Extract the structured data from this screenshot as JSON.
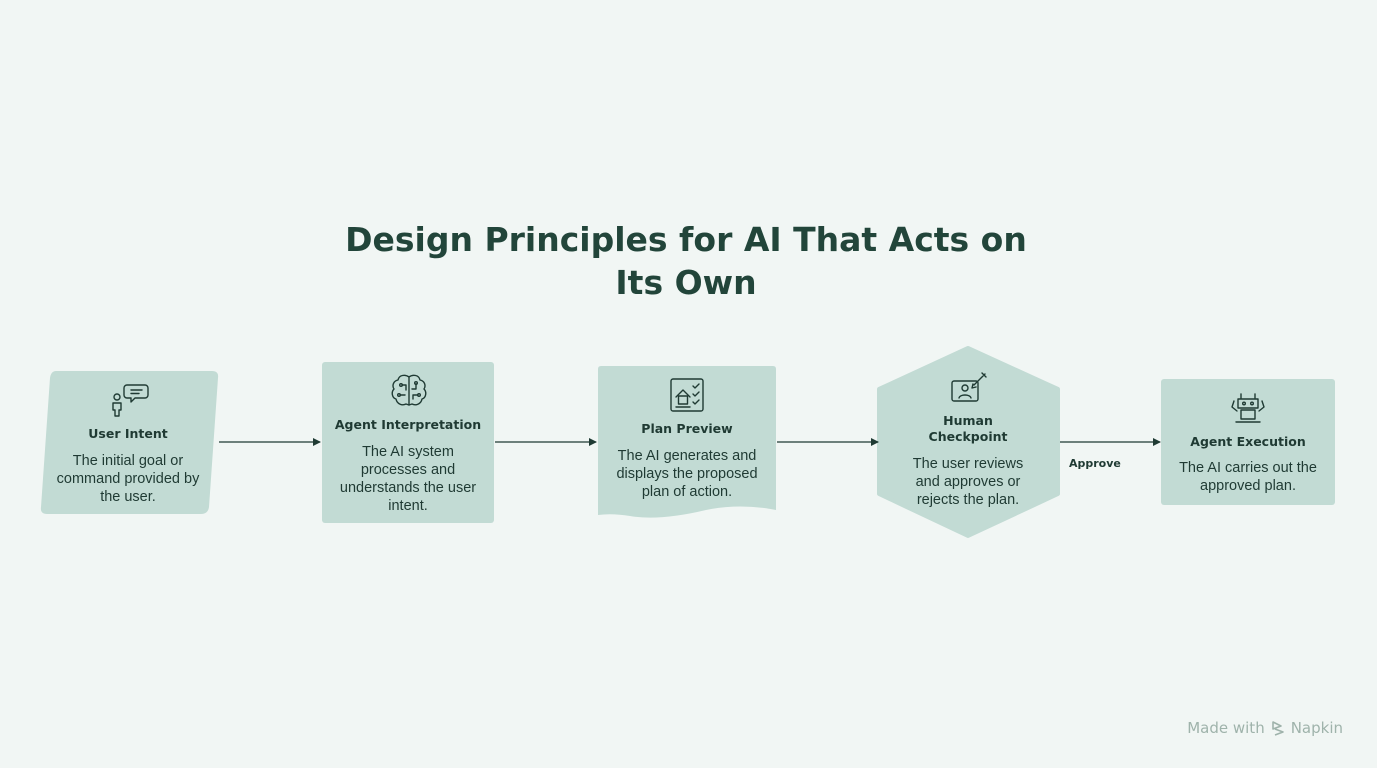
{
  "title": "Design Principles for AI That Acts on Its Own",
  "nodes": [
    {
      "title": "User Intent",
      "description": "The initial goal or command provided by the user.",
      "icon": "person-speech-icon"
    },
    {
      "title": "Agent Interpretation",
      "description": "The AI system processes and understands the user intent.",
      "icon": "brain-circuit-icon"
    },
    {
      "title": "Plan Preview",
      "description": "The AI generates and displays the proposed plan of action.",
      "icon": "plan-checklist-icon"
    },
    {
      "title": "Human Checkpoint",
      "description": "The user reviews and approves or rejects the plan.",
      "icon": "review-sign-icon"
    },
    {
      "title": "Agent Execution",
      "description": "The AI carries out the approved plan.",
      "icon": "robot-icon"
    }
  ],
  "edges": [
    {
      "from": "User Intent",
      "to": "Agent Interpretation",
      "label": ""
    },
    {
      "from": "Agent Interpretation",
      "to": "Plan Preview",
      "label": ""
    },
    {
      "from": "Plan Preview",
      "to": "Human Checkpoint",
      "label": ""
    },
    {
      "from": "Human Checkpoint",
      "to": "Agent Execution",
      "label": "Approve"
    }
  ],
  "footer": {
    "made_with": "Made with",
    "brand": "Napkin"
  },
  "colors": {
    "background": "#f1f6f4",
    "node_fill": "#c2dbd4",
    "text": "#1f4237",
    "footer": "#9fb3ab"
  }
}
